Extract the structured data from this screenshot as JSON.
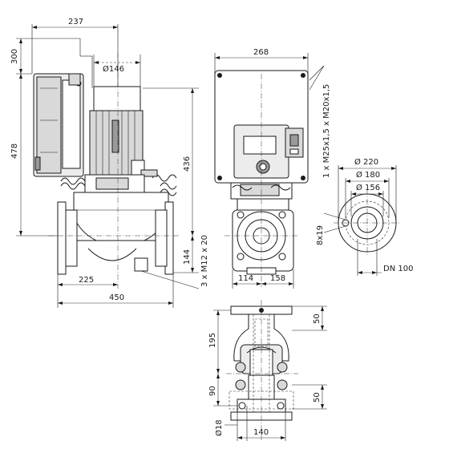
{
  "side_view": {
    "dim_width_total": "237",
    "dim_motor_height": "300",
    "dim_motor_diameter": "Ø146",
    "dim_total_height": "478",
    "dim_top_to_axis": "436",
    "dim_axis_to_foot": "144",
    "dim_half_length": "225",
    "dim_length": "450",
    "label_bolts": "3 x M12 x 20"
  },
  "front_view": {
    "dim_width": "268",
    "label_cable_glands": "1 x M25x1,5 x M20x1,5",
    "dim_left_offset": "114",
    "dim_right_offset": "158"
  },
  "flange_view": {
    "dim_d220": "Ø 220",
    "dim_d180": "Ø 180",
    "dim_d156": "Ø 156",
    "label_holes": "8x19",
    "label_dn": "DN 100"
  },
  "top_view": {
    "dim_195": "195",
    "dim_90": "90",
    "dim_50_top": "50",
    "dim_50_bottom": "50",
    "dim_d18": "Ø18",
    "dim_140": "140"
  }
}
